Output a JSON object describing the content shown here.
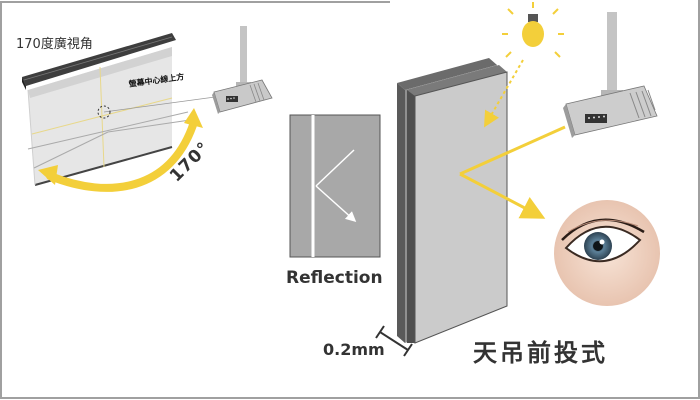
{
  "left_panel": {
    "title": "170度廣視角",
    "center_line_label": "螢幕中心線上方",
    "angle_label": "170°"
  },
  "reflection": {
    "label": "Reflection"
  },
  "screen_panel": {
    "thickness_label": "0.2mm"
  },
  "mount_type": {
    "title": "天吊前投式"
  },
  "colors": {
    "accent_yellow": "#f3cf3a",
    "screen_gray": "#cbcbcb",
    "edge_gray": "#5a5a5a",
    "frame_border": "#a0a0a0"
  }
}
